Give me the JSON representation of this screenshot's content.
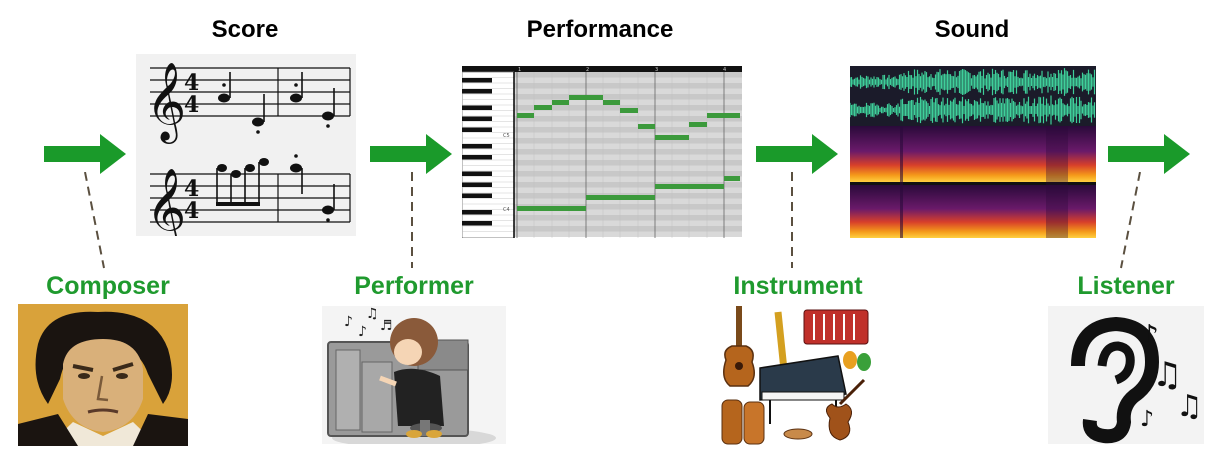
{
  "stages": {
    "score": {
      "title": "Score"
    },
    "performance": {
      "title": "Performance"
    },
    "sound": {
      "title": "Sound"
    }
  },
  "roles": {
    "composer": "Composer",
    "performer": "Performer",
    "instrument": "Instrument",
    "listener": "Listener"
  },
  "piano_roll": {
    "ruler_marks": [
      "1",
      "2",
      "3",
      "4"
    ],
    "octave_labels": [
      "C5",
      "C4"
    ]
  },
  "colors": {
    "arrow_green": "#1a9a2a",
    "role_green": "#1f9a2e",
    "note_green": "#3c9a3c",
    "waveform_teal": "#3fcf9a"
  }
}
